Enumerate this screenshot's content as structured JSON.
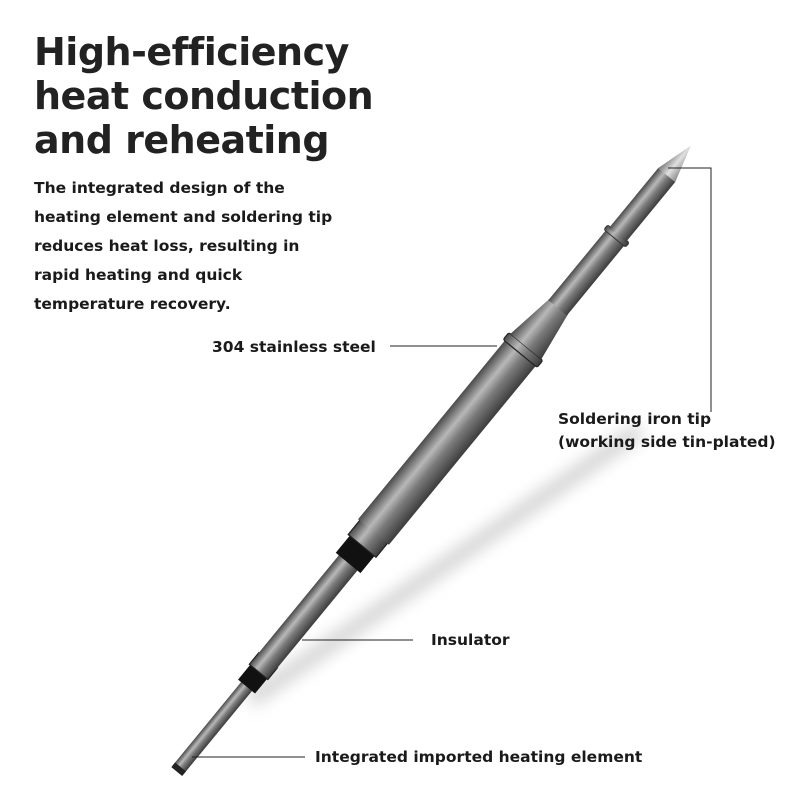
{
  "headline": {
    "line1": "High-efficiency",
    "line2": "heat conduction",
    "line3": "and reheating"
  },
  "description": {
    "lines": [
      "The integrated design of the",
      "heating element and soldering tip",
      "reduces heat loss, resulting in",
      "rapid heating and quick",
      "temperature recovery."
    ]
  },
  "callouts": {
    "steel": "304 stainless steel",
    "tip_line1": "Soldering iron tip",
    "tip_line2": "(working side tin-plated)",
    "insulator": "Insulator",
    "heating_element": "Integrated imported heating element"
  },
  "colors": {
    "text": "#1a1a1a",
    "metal": "#8a8a8a",
    "background": "#ffffff"
  }
}
